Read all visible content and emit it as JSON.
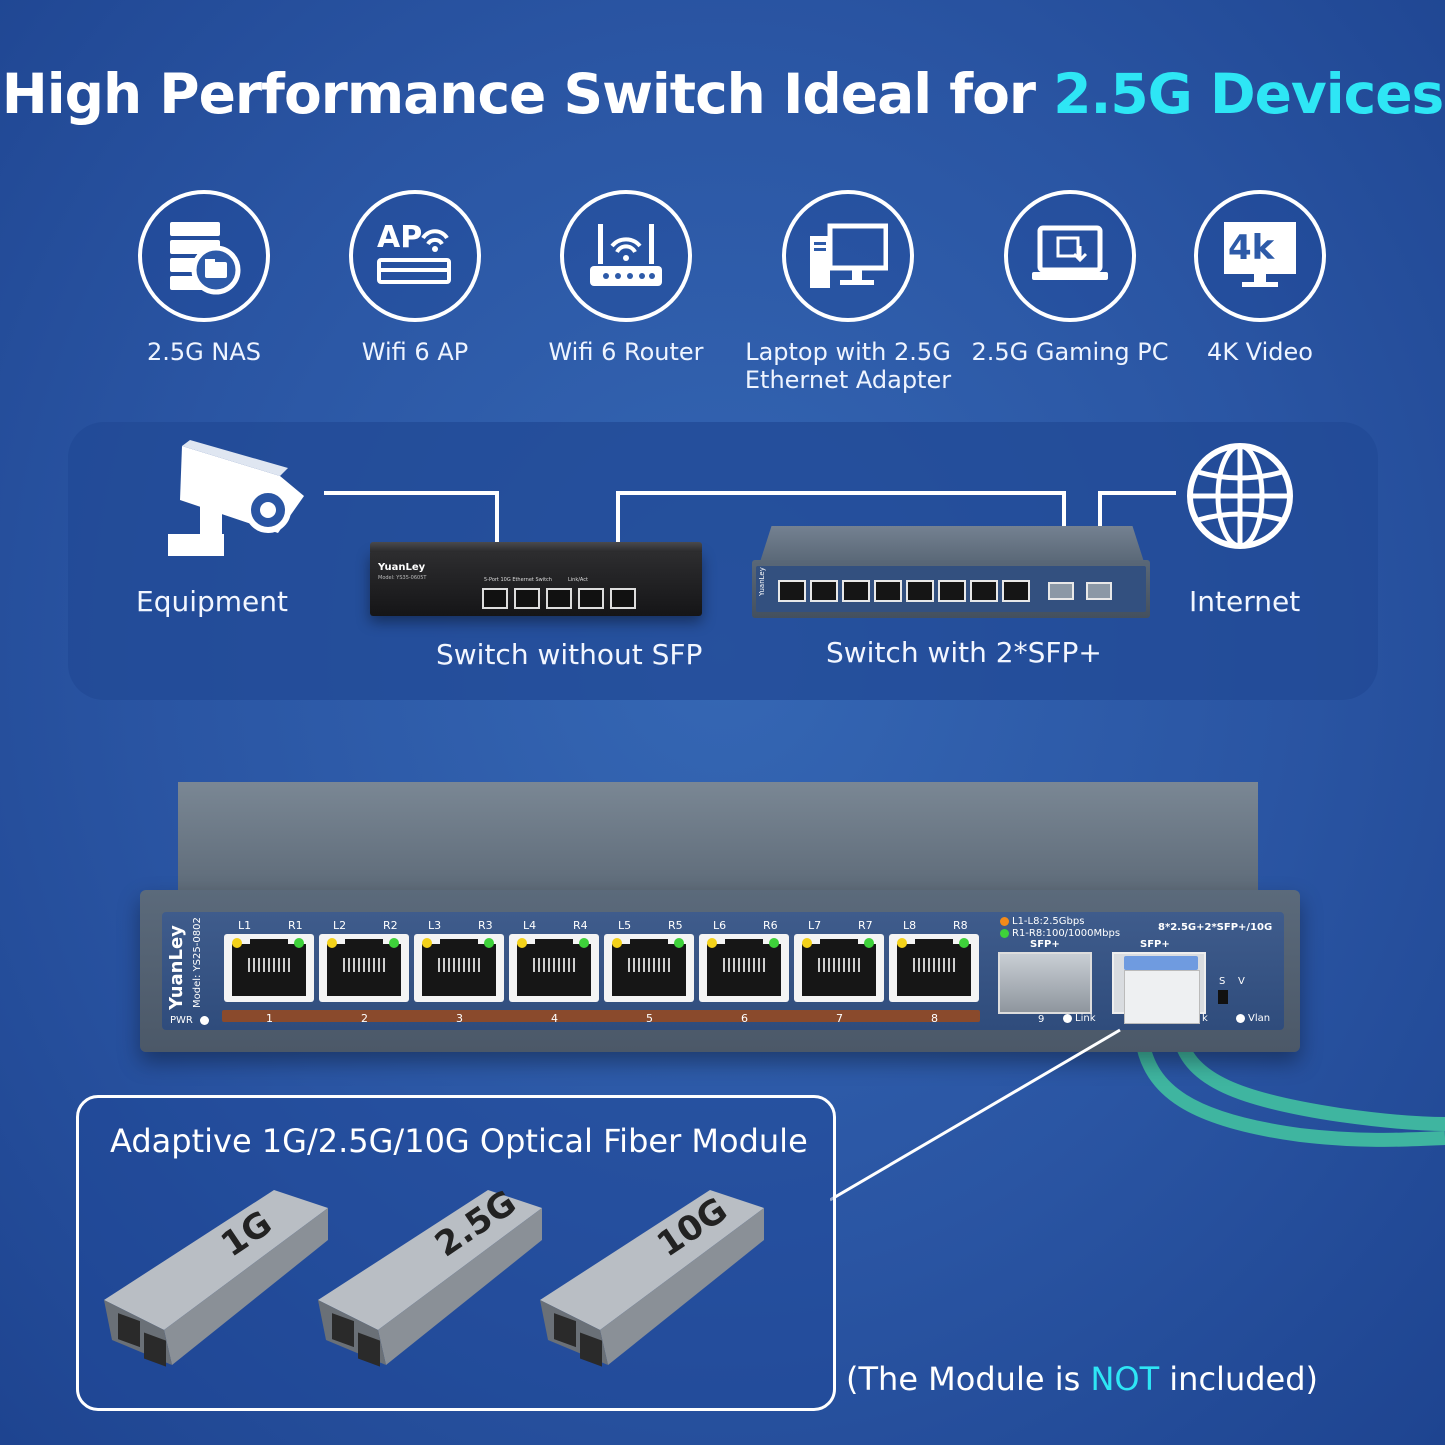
{
  "title": {
    "text": "High Performance Switch Ideal for ",
    "highlight": "2.5G Devices"
  },
  "devices": [
    {
      "label": "2.5G NAS",
      "icon": "nas-icon"
    },
    {
      "label": "Wifi 6 AP",
      "icon": "access-point-icon",
      "icon_text": "AP"
    },
    {
      "label": "Wifi 6 Router",
      "icon": "router-icon"
    },
    {
      "label_line1": "Laptop with 2.5G",
      "label_line2": "Ethernet Adapter",
      "icon": "desktop-computer-icon"
    },
    {
      "label": "2.5G Gaming PC",
      "icon": "laptop-icon"
    },
    {
      "label": "4K Video",
      "icon": "monitor-4k-icon",
      "icon_text": "4k"
    }
  ],
  "network": {
    "equipment_label": "Equipment",
    "switch_without_sfp_label": "Switch without SFP",
    "switch_with_sfp_label": "Switch with 2*SFP+",
    "internet_label": "Internet",
    "small_switch": {
      "brand": "YuanLey",
      "model": "Model: YS35-0605T",
      "port_text": "5-Port 10G Ethernet Switch",
      "led_text": "Link/Act"
    },
    "mid_switch": {
      "brand": "YuanLey"
    }
  },
  "main_switch": {
    "brand": "YuanLey",
    "model": "Model: YS25-0802",
    "pwr_label": "PWR",
    "port_pairs": [
      {
        "left": "L1",
        "right": "R1",
        "num": "1"
      },
      {
        "left": "L2",
        "right": "R2",
        "num": "2"
      },
      {
        "left": "L3",
        "right": "R3",
        "num": "3"
      },
      {
        "left": "L4",
        "right": "R4",
        "num": "4"
      },
      {
        "left": "L5",
        "right": "R5",
        "num": "5"
      },
      {
        "left": "L6",
        "right": "R6",
        "num": "6"
      },
      {
        "left": "L7",
        "right": "R7",
        "num": "7"
      },
      {
        "left": "L8",
        "right": "R8",
        "num": "8"
      }
    ],
    "legend_l": "L1-L8:2.5Gbps",
    "legend_r": "R1-R8:100/1000Mbps",
    "sfp_label": "SFP+",
    "spec_label": "8*2.5G+2*SFP+/10G",
    "port9": "9",
    "link_label": "Link",
    "link_label_2": "k",
    "sv_s": "S",
    "sv_v": "V",
    "vlan_label": "Vlan"
  },
  "modules": {
    "title": "Adaptive 1G/2.5G/10G Optical Fiber Module",
    "items": [
      "1G",
      "2.5G",
      "10G"
    ]
  },
  "note": {
    "before": "(The Module is ",
    "highlight": "NOT",
    "after": " included)"
  },
  "colors": {
    "highlight": "#2ee6f5",
    "background": "#2a55a3",
    "fiber_cable": "#3fb5a0"
  }
}
